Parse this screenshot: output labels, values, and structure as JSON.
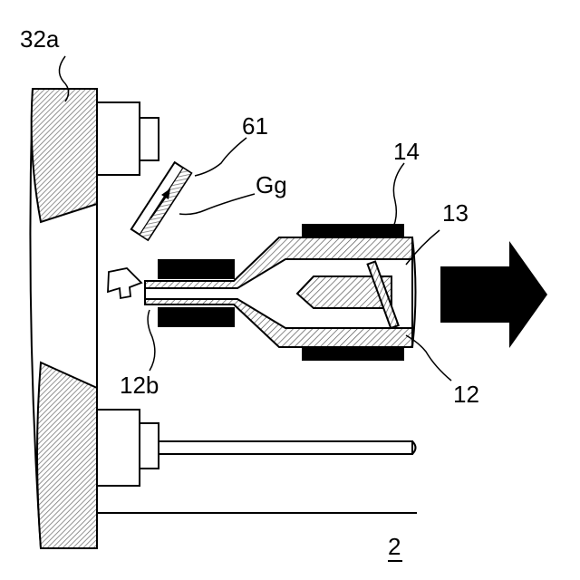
{
  "labels": {
    "wall": "32a",
    "filter_pipe": "61",
    "gas_flow": "Gg",
    "heater": "14",
    "valve": "13",
    "outlet_pipe": "12b",
    "nozzle_body": "12",
    "apparatus": "2"
  }
}
